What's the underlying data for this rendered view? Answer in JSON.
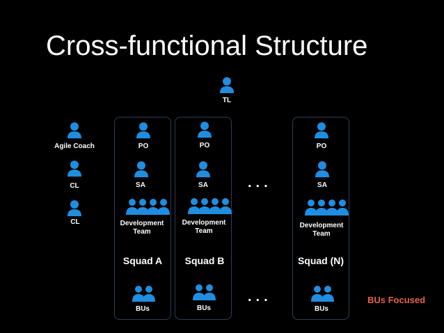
{
  "title": "Cross-functional Structure",
  "colors": {
    "icon": "#1f8ee0",
    "accent": "#e8614a",
    "frame": "#2b3f57"
  },
  "roles": {
    "tl": "TL",
    "agile_coach": "Agile Coach",
    "cl1": "CL",
    "cl2": "CL"
  },
  "squads": [
    {
      "name": "Squad A",
      "po": "PO",
      "sa": "SA",
      "team": "Development Team",
      "bus": "BUs"
    },
    {
      "name": "Squad B",
      "po": "PO",
      "sa": "SA",
      "team": "Development Team",
      "bus": "BUs"
    },
    {
      "name": "Squad (N)",
      "po": "PO",
      "sa": "SA",
      "team": "Development Team",
      "bus": "BUs"
    }
  ],
  "ellipsis": "...",
  "bus_focused": "BUs Focused"
}
